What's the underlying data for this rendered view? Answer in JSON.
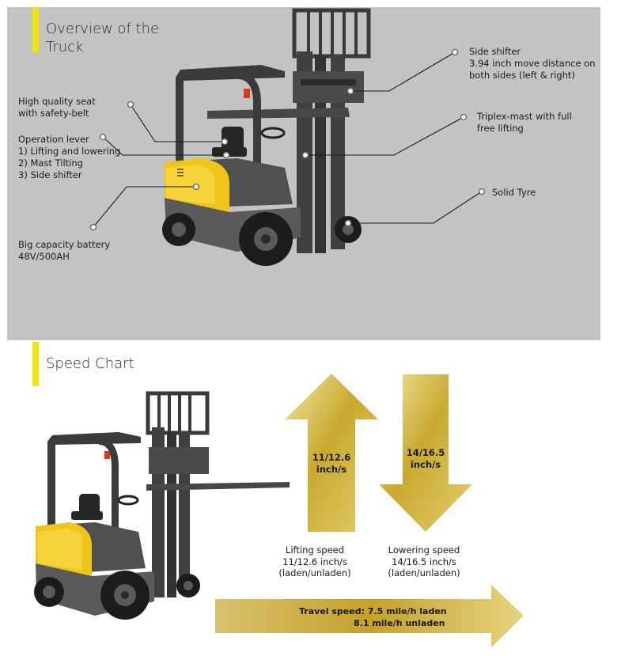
{
  "overview": {
    "title_line1": "Overview of the",
    "title_line2": "Truck",
    "callouts": {
      "seat": {
        "line1": "High quality seat",
        "line2": "with safety-belt"
      },
      "lever": {
        "title": "Operation lever",
        "items": [
          "1)   Lifting and lowering",
          "2)   Mast Tilting",
          "3)   Side shifter"
        ]
      },
      "battery": {
        "line1": "Big capacity battery",
        "line2": "48V/500AH"
      },
      "side_shifter": {
        "line1": "Side shifter",
        "line2": "3.94 inch move distance  on",
        "line3": "both sides (left & right)"
      },
      "mast": {
        "line1": "Triplex-mast with full",
        "line2": "free lifting"
      },
      "tyre": {
        "label": "Solid Tyre"
      }
    }
  },
  "speed_chart": {
    "title": "Speed Chart",
    "up_arrow_text": [
      "11/12.6",
      "inch/s"
    ],
    "down_arrow_text": [
      "14/16.5",
      "inch/s"
    ],
    "lifting_caption": [
      "Lifting speed",
      "11/12.6 inch/s",
      "(laden/unladen)"
    ],
    "lowering_caption": [
      "Lowering speed",
      "14/16.5 inch/s",
      "(laden/unladen)"
    ],
    "travel_line1": "Travel speed: 7.5 mile/h laden",
    "travel_line2": "8.1 mile/h unladen"
  },
  "colors": {
    "accent_yellow": "#f2e600",
    "panel_gray": "#c3c3c3",
    "gold": "#c9a930",
    "truck_yellow": "#f0c419",
    "truck_dark": "#3d3d3d"
  }
}
